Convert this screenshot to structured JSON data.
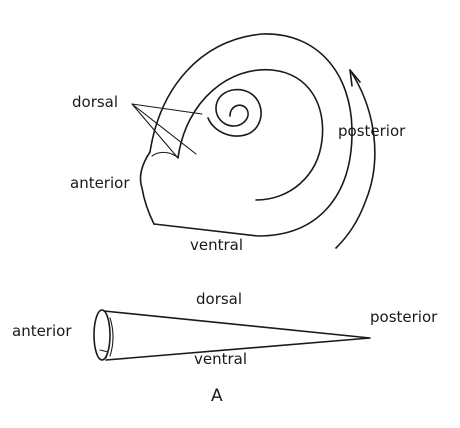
{
  "coiled_shell": {
    "labels": {
      "dorsal": "dorsal",
      "anterior": "anterior",
      "posterior": "posterior",
      "ventral": "ventral"
    }
  },
  "straight_shell": {
    "labels": {
      "dorsal": "dorsal",
      "anterior": "anterior",
      "posterior": "posterior",
      "ventral": "ventral"
    }
  },
  "figure_letter": "A"
}
